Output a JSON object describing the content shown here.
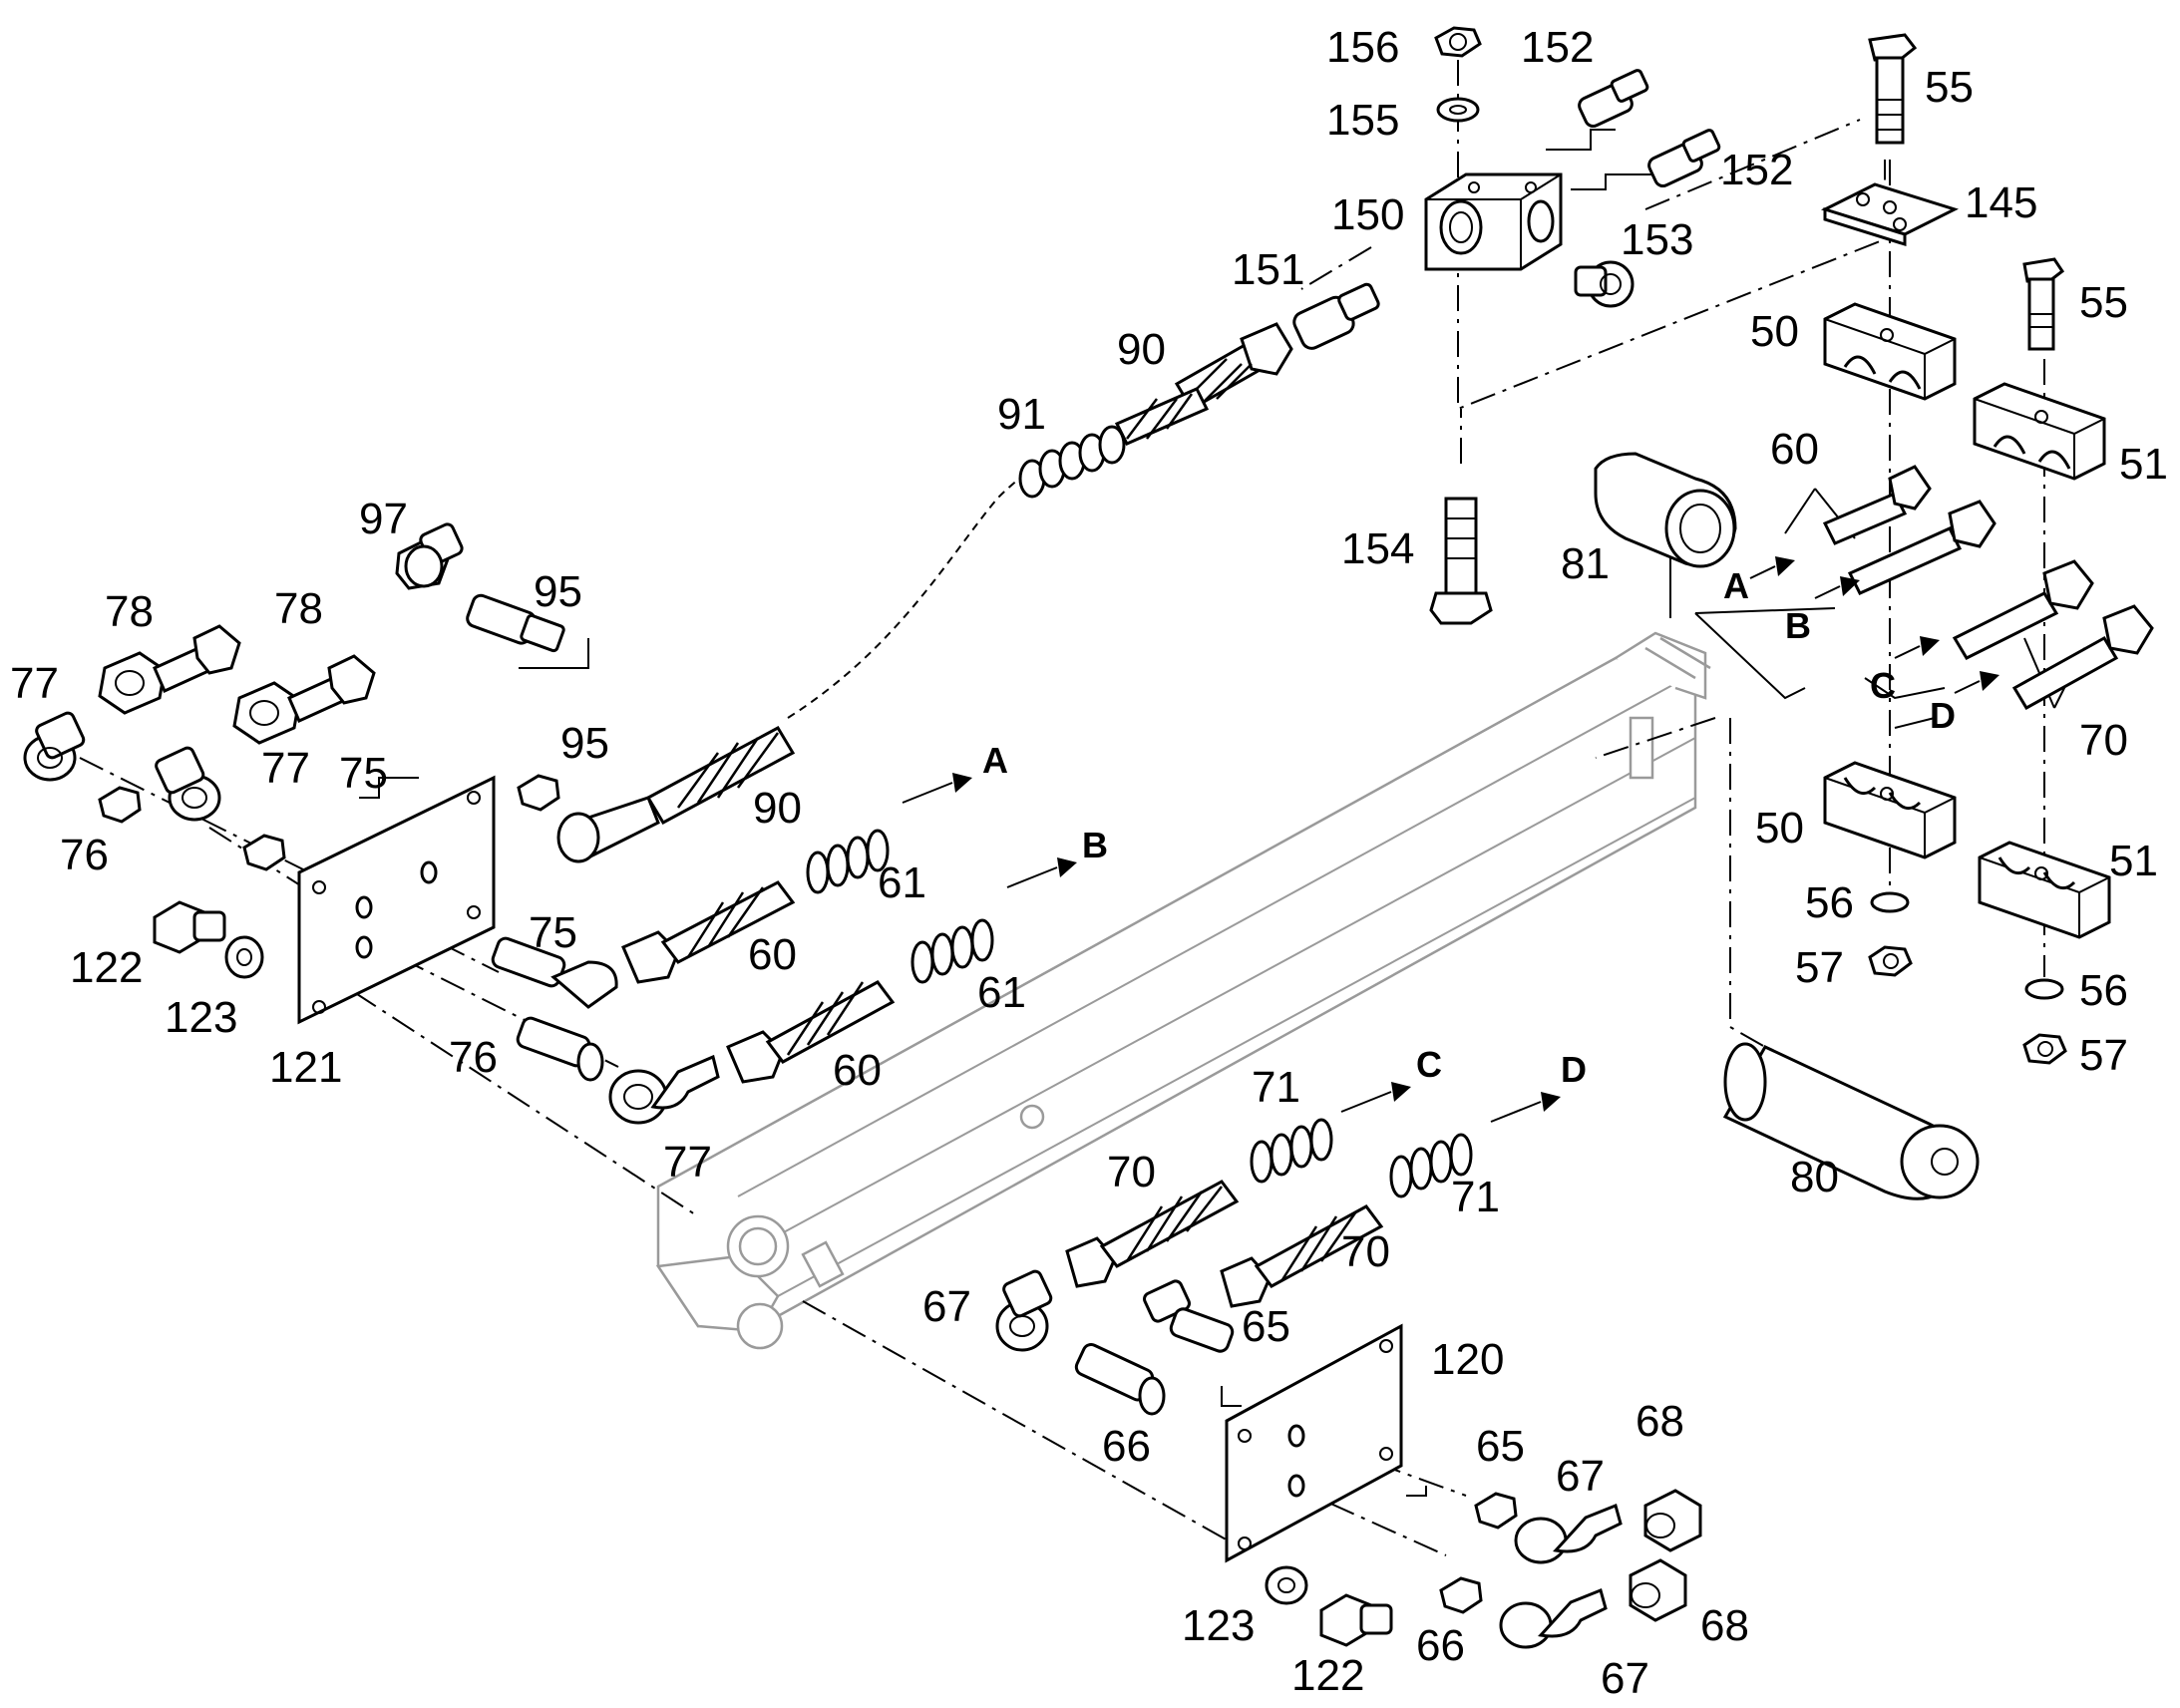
{
  "diagram": {
    "callouts": [
      {
        "id": "c156",
        "text": "156"
      },
      {
        "id": "c152a",
        "text": "152"
      },
      {
        "id": "c55a",
        "text": "55"
      },
      {
        "id": "c155",
        "text": "155"
      },
      {
        "id": "c152b",
        "text": "152"
      },
      {
        "id": "c145",
        "text": "145"
      },
      {
        "id": "c150",
        "text": "150"
      },
      {
        "id": "c153",
        "text": "153"
      },
      {
        "id": "c151",
        "text": "151"
      },
      {
        "id": "c55b",
        "text": "55"
      },
      {
        "id": "c90a",
        "text": "90"
      },
      {
        "id": "c50a",
        "text": "50"
      },
      {
        "id": "c91",
        "text": "91"
      },
      {
        "id": "c60a",
        "text": "60"
      },
      {
        "id": "c51a",
        "text": "51"
      },
      {
        "id": "c97",
        "text": "97"
      },
      {
        "id": "c95a",
        "text": "95"
      },
      {
        "id": "c154",
        "text": "154"
      },
      {
        "id": "c81",
        "text": "81"
      },
      {
        "id": "c78a",
        "text": "78"
      },
      {
        "id": "c78b",
        "text": "78"
      },
      {
        "id": "c77a",
        "text": "77"
      },
      {
        "id": "c77b",
        "text": "77"
      },
      {
        "id": "c95b",
        "text": "95"
      },
      {
        "id": "c75a",
        "text": "75"
      },
      {
        "id": "c70a",
        "text": "70"
      },
      {
        "id": "c76a",
        "text": "76"
      },
      {
        "id": "c90b",
        "text": "90"
      },
      {
        "id": "c61a",
        "text": "61"
      },
      {
        "id": "c50b",
        "text": "50"
      },
      {
        "id": "c51b",
        "text": "51"
      },
      {
        "id": "c56a",
        "text": "56"
      },
      {
        "id": "c60b",
        "text": "60"
      },
      {
        "id": "c122a",
        "text": "122"
      },
      {
        "id": "c75b",
        "text": "75"
      },
      {
        "id": "c57a",
        "text": "57"
      },
      {
        "id": "c61b",
        "text": "61"
      },
      {
        "id": "c56b",
        "text": "56"
      },
      {
        "id": "c123a",
        "text": "123"
      },
      {
        "id": "c121",
        "text": "121"
      },
      {
        "id": "c76b",
        "text": "76"
      },
      {
        "id": "c60c",
        "text": "60"
      },
      {
        "id": "c57b",
        "text": "57"
      },
      {
        "id": "c71a",
        "text": "71"
      },
      {
        "id": "c77c",
        "text": "77"
      },
      {
        "id": "c70b",
        "text": "70"
      },
      {
        "id": "c80",
        "text": "80"
      },
      {
        "id": "c71b",
        "text": "71"
      },
      {
        "id": "c70c",
        "text": "70"
      },
      {
        "id": "c67a",
        "text": "67"
      },
      {
        "id": "c65a",
        "text": "65"
      },
      {
        "id": "c120",
        "text": "120"
      },
      {
        "id": "c66a",
        "text": "66"
      },
      {
        "id": "c65b",
        "text": "65"
      },
      {
        "id": "c68a",
        "text": "68"
      },
      {
        "id": "c67b",
        "text": "67"
      },
      {
        "id": "c123b",
        "text": "123"
      },
      {
        "id": "c122b",
        "text": "122"
      },
      {
        "id": "c66b",
        "text": "66"
      },
      {
        "id": "c68b",
        "text": "68"
      },
      {
        "id": "c67c",
        "text": "67"
      }
    ],
    "flow_markers": [
      {
        "id": "fA1",
        "text": "A"
      },
      {
        "id": "fB1",
        "text": "B"
      },
      {
        "id": "fC1",
        "text": "C"
      },
      {
        "id": "fD1",
        "text": "D"
      },
      {
        "id": "fA2",
        "text": "A"
      },
      {
        "id": "fB2",
        "text": "B"
      },
      {
        "id": "fC2",
        "text": "C"
      },
      {
        "id": "fD2",
        "text": "D"
      }
    ]
  }
}
